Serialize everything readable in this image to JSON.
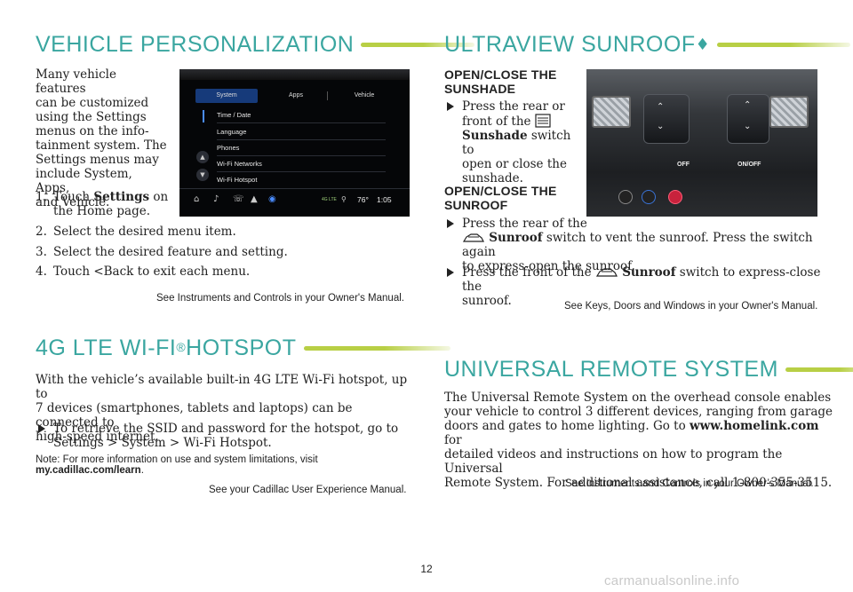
{
  "vehicle": {
    "title": "VEHICLE PERSONALIZATION",
    "intro_lines": [
      "Many vehicle features",
      "can be customized",
      "using the Settings",
      "menus on the info-",
      "tainment system. The",
      "Settings menus may",
      "include System, Apps,",
      "and Vehicle."
    ],
    "steps": [
      {
        "num": "1.",
        "pre": "Touch ",
        "bold": "Settings",
        "post": " on",
        "line2": "the Home page."
      },
      {
        "num": "2.",
        "text": "Select the desired menu item."
      },
      {
        "num": "3.",
        "text": "Select the desired feature and setting."
      },
      {
        "num": "4.",
        "text": "Touch <Back to exit each menu."
      }
    ],
    "reference": "See Instruments and Controls in your Owner's Manual.",
    "screen": {
      "tabs": [
        "System",
        "Apps",
        "Vehicle"
      ],
      "items": [
        "Time / Date",
        "Language",
        "Phones",
        "Wi-Fi Networks",
        "Wi-Fi Hotspot"
      ],
      "temperature": "76°",
      "time": "1:05",
      "signal": "4G LTE"
    }
  },
  "sunroof": {
    "title": "ULTRAVIEW SUNROOF",
    "title_mark": "♦",
    "sunshade_heading_1": "OPEN/CLOSE THE",
    "sunshade_heading_2": "SUNSHADE",
    "sunshade_lines": [
      "Press the rear or",
      "front of the",
      "switch to",
      "open or close the",
      "sunshade."
    ],
    "sunshade_bold": "Sunshade",
    "sunroof_heading_1": "OPEN/CLOSE THE",
    "sunroof_heading_2": "SUNROOF",
    "bullet1_line1": "Press the rear of the",
    "bullet1_bold": "Sunroof",
    "bullet1_line2_rest": " switch to vent the sunroof. Press the switch again",
    "bullet1_line3": "to express-open the sunroof.",
    "bullet2_pre": "Press the front of the",
    "bullet2_bold": "Sunroof",
    "bullet2_post": " switch to express-close the",
    "bullet2_line2": "sunroof.",
    "reference": "See Keys, Doors and Windows in your Owner's Manual.",
    "console_off": "OFF",
    "console_onoff": "ON/OFF"
  },
  "hotspot": {
    "title": "4G LTE WI-FI",
    "title_reg": "®",
    "title_rest": " HOTSPOT",
    "lines": [
      "With the vehicle’s available built-in 4G LTE Wi-Fi hotspot, up to",
      "7 devices (smartphones, tablets and laptops) can be connected to",
      "high-speed internet."
    ],
    "bullet_lines": [
      "To retrieve the SSID and password for the hotspot, go to",
      "Settings > System > Wi-Fi Hotspot."
    ],
    "note_line1": "Note: For more information on use and system limitations, visit",
    "note_link": "my.cadillac.com/learn",
    "note_end": ".",
    "reference": "See your Cadillac User Experience Manual."
  },
  "remote": {
    "title": "UNIVERSAL REMOTE SYSTEM",
    "line1": "The Universal Remote System on the overhead console enables",
    "line2": "your vehicle to control 3 different devices, ranging from garage",
    "line3_pre": "doors and gates to home lighting. Go to ",
    "line3_bold": "www.homelink.com",
    "line3_post": " for",
    "line4": "detailed videos and instructions on how to program the Universal",
    "line5": "Remote System. For additional assistance, call 1-800-355-3515.",
    "reference": "See Instruments and Controls in your Owner’s Manual."
  },
  "page_number": "12",
  "watermark": "carmanualsonline.info",
  "colors": {
    "title": "#3aa6a0",
    "rule": "#b8cf45",
    "screen_tab": "#163a7a"
  }
}
